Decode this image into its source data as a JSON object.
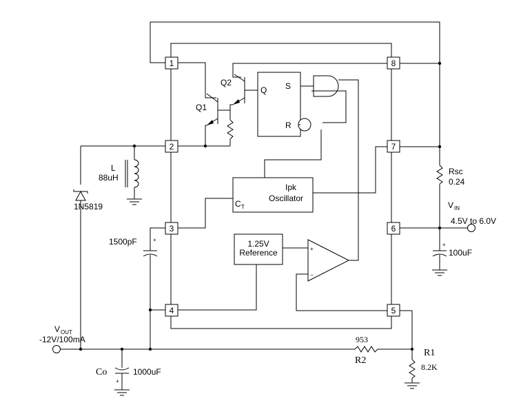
{
  "pins": [
    "1",
    "2",
    "3",
    "4",
    "5",
    "6",
    "7",
    "8"
  ],
  "internal": {
    "q1": "Q1",
    "q2": "Q2",
    "ff_s": "S",
    "ff_r": "R",
    "ff_q": "Q",
    "osc_ipk": "Ipk",
    "osc_name": "Oscillator",
    "osc_ct_main": "C",
    "osc_ct_sub": "T",
    "ref_line1": "1.25V",
    "ref_line2": "Reference",
    "opamp_plus": "+",
    "opamp_minus": "−"
  },
  "external": {
    "inductor_name": "L",
    "inductor_value": "88uH",
    "diode": "1N5819",
    "ct_value": "1500pF",
    "rsc_name": "Rsc",
    "rsc_value": "0.24",
    "vin_main": "V",
    "vin_sub": "IN",
    "vin_range": "4.5V to 6.0V",
    "cin_value": "100uF",
    "vout_main": "V",
    "vout_sub": "OUT",
    "vout_spec": "-12V/100mA",
    "co_name": "Co",
    "co_value": "1000uF",
    "r2_value": "953",
    "r2_name": "R2",
    "r1_name": "R1",
    "r1_value": "8.2K",
    "cap_plus": "+"
  }
}
